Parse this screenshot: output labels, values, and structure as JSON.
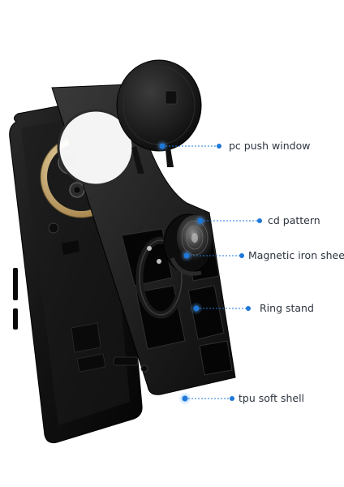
{
  "callouts": [
    {
      "id": "pc-push-window",
      "text": "pc push window"
    },
    {
      "id": "cd-pattern",
      "text": "cd pattern"
    },
    {
      "id": "magnetic-iron-sheet",
      "text": "Magnetic iron sheet"
    },
    {
      "id": "ring-stand",
      "text": "Ring stand"
    },
    {
      "id": "tpu-soft-shell",
      "text": "tpu soft shell"
    }
  ],
  "colors": {
    "accent_blue": "#1e78d8",
    "label_text": "#2d3440",
    "case_black": "#141414",
    "camera_gold": "#c9a86a"
  }
}
